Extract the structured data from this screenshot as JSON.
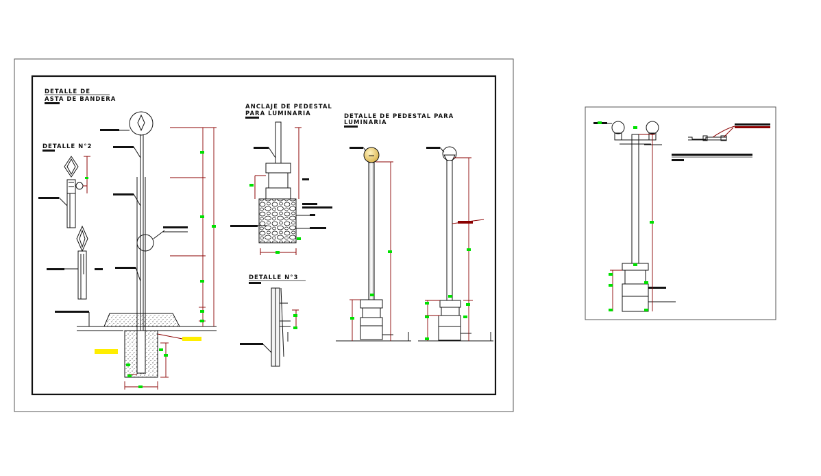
{
  "titles": {
    "flagpole_line1": "DETALLE DE",
    "flagpole_line2": "ASTA DE BANDERA",
    "detail2": "DETALLE N°2",
    "anchorage_line1": "ANCLAJE DE PEDESTAL",
    "anchorage_line2": "PARA LUMINARIA",
    "detail3": "DETALLE N°3",
    "pedestal_line1": "DETALLE DE PEDESTAL PARA",
    "pedestal_line2": "LUMINARIA"
  },
  "colors": {
    "line": "#111111",
    "dimension": "#8b0000",
    "dim_text": "#00e000",
    "highlight": "#ffee00",
    "lamp_globe": "#d9b24a"
  }
}
